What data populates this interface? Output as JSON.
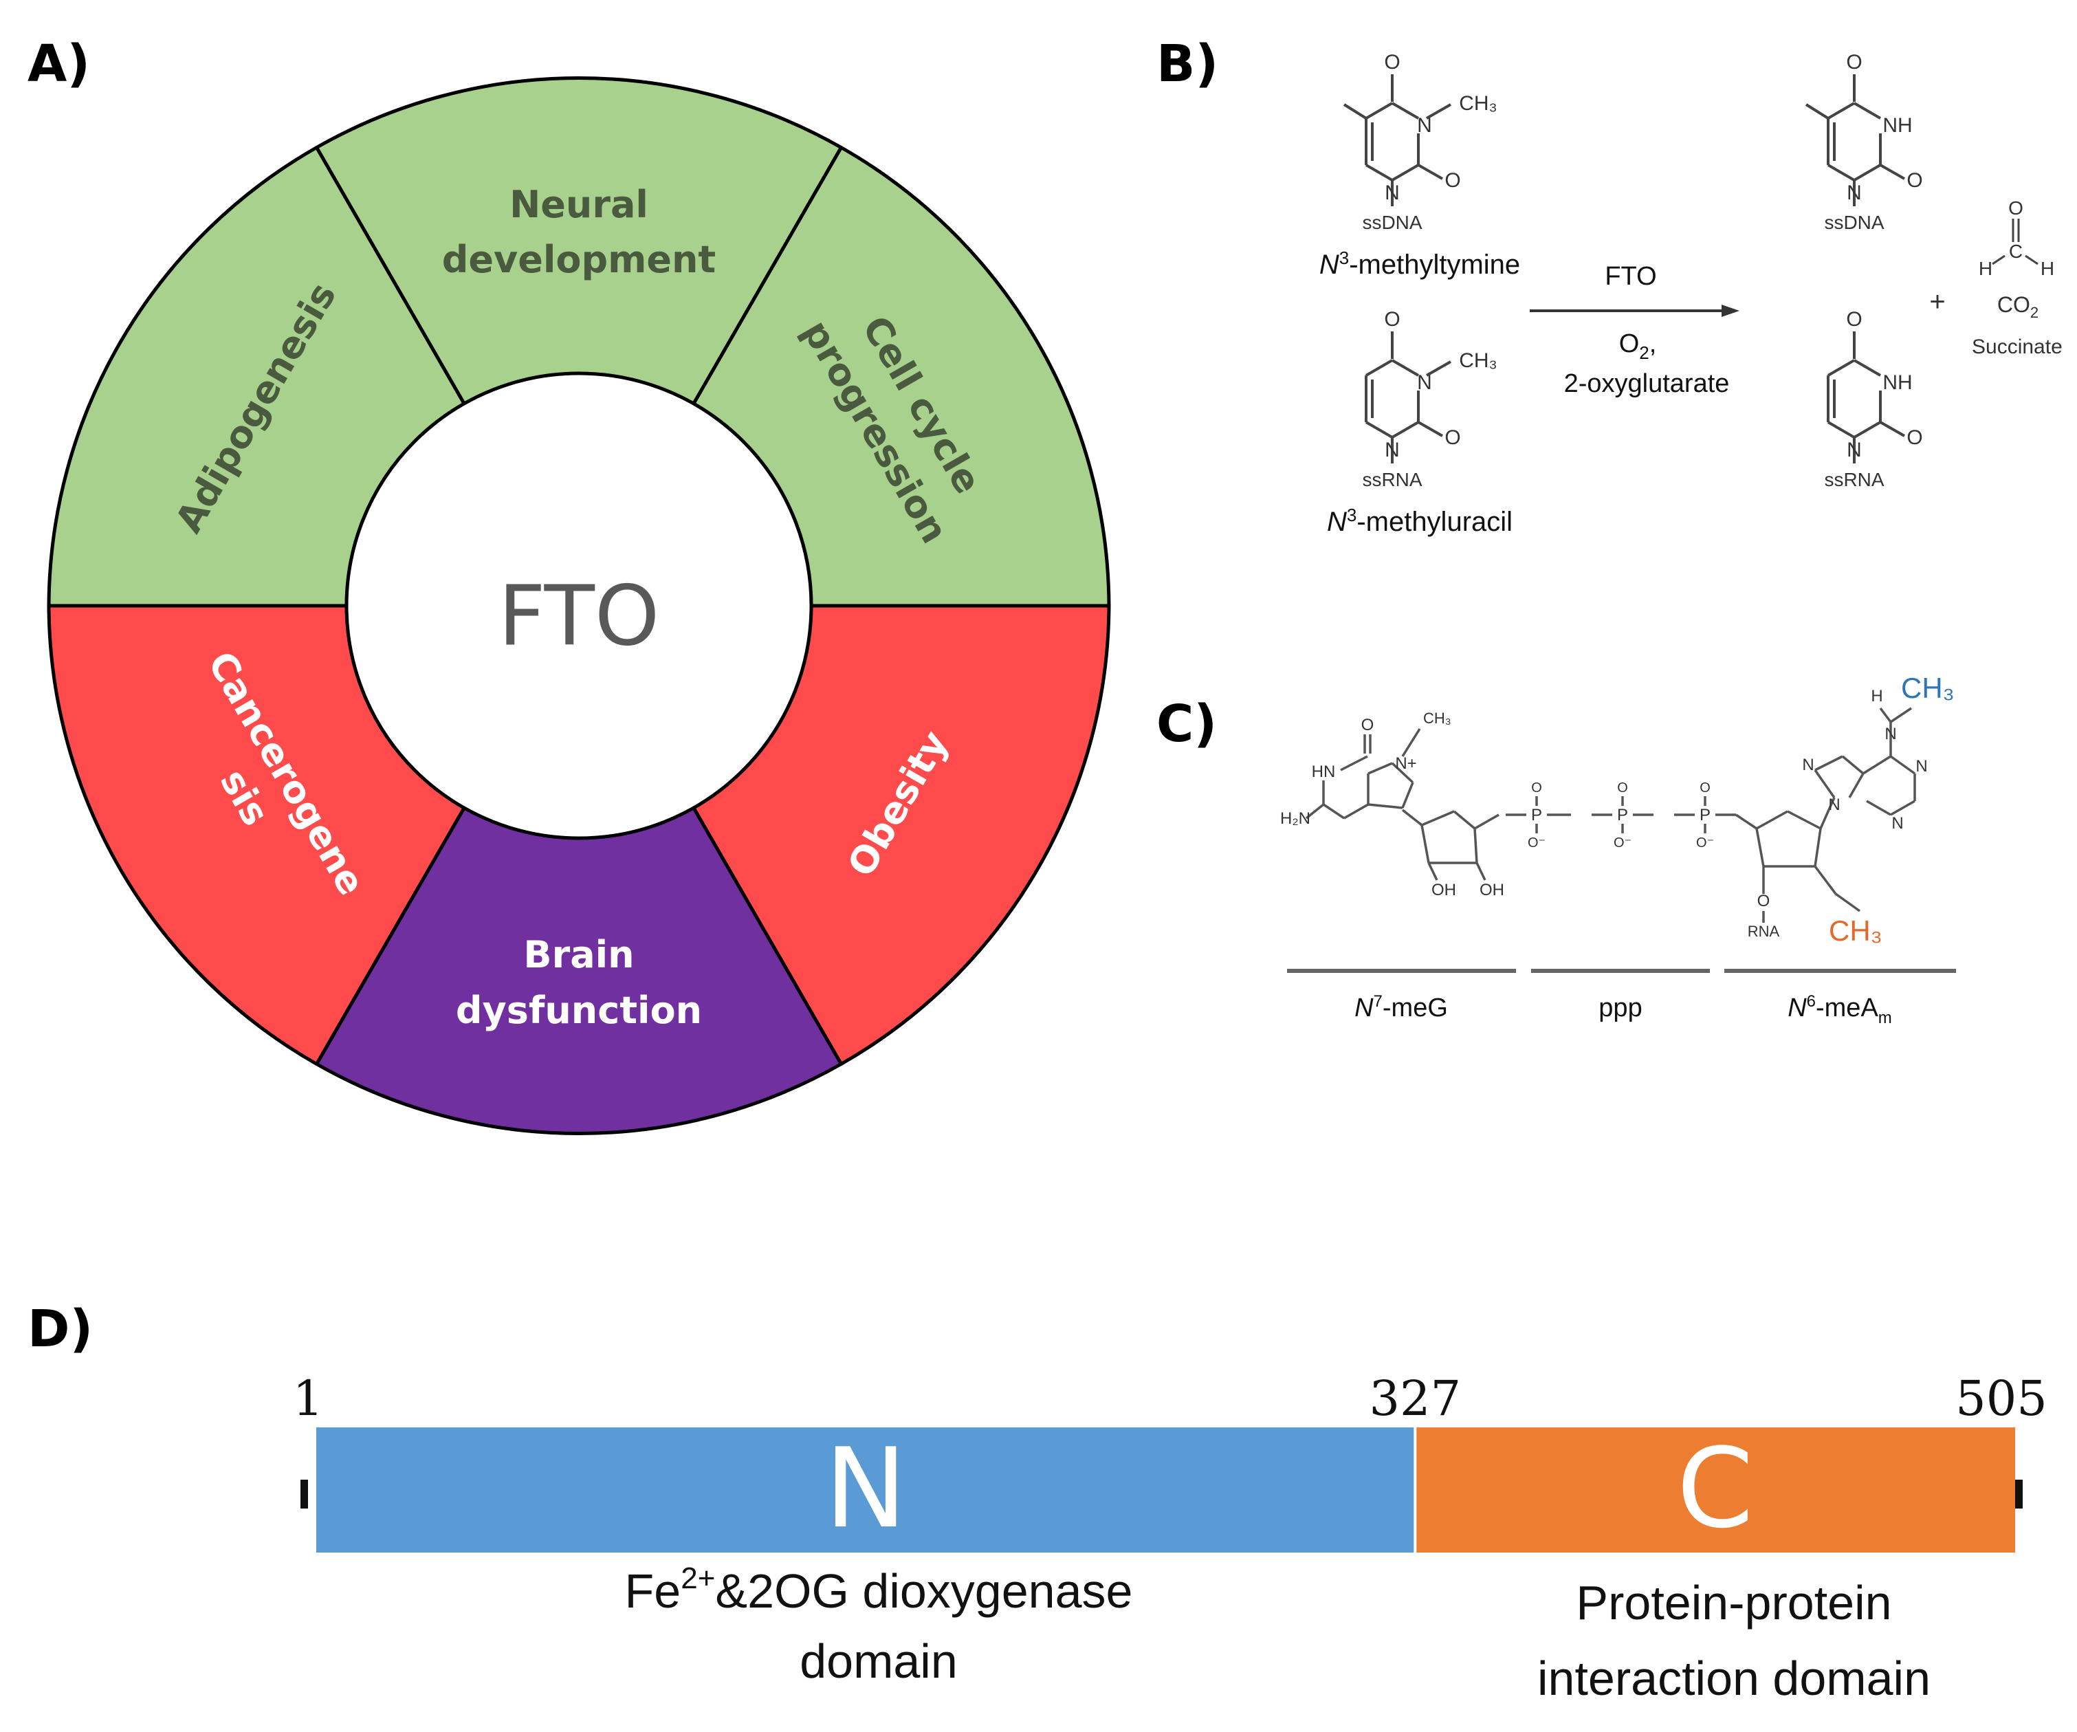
{
  "colors": {
    "process_green": "#a9d18e",
    "disease_red": "#ff4b4b",
    "brain_purple": "#7030a0",
    "n_domain_blue": "#5b9bd5",
    "c_domain_orange": "#ed7d31",
    "methyl_blue": "#2e75b6",
    "methyl_orange": "#e2692a"
  },
  "panel_a": {
    "label": "A)",
    "center": "FTO",
    "segments": {
      "neural_1": "Neural",
      "neural_2": "development",
      "adipogenesis": "Adipogenesis",
      "cell_cycle_1": "Cell cycle",
      "cell_cycle_2": "progression",
      "cancer_1": "Cancerogene",
      "cancer_2": "sis",
      "brain_1": "Brain",
      "brain_2": "dysfunction",
      "obesity": "Obesity"
    }
  },
  "panel_b": {
    "label": "B)",
    "substrate_top_label_prefix": "N",
    "substrate_top_label_sup": "3",
    "substrate_top_label_rest": "-methyltymine",
    "substrate_bottom_label_prefix": "N",
    "substrate_bottom_label_sup": "3",
    "substrate_bottom_label_rest": "-methyluracil",
    "enzyme": "FTO",
    "cofactor_o2": "O",
    "cofactor_o2_sub": "2",
    "cofactor_o2_comma": ",",
    "cofactor_og": "2-oxyglutarate",
    "plus": "+",
    "co2": "CO",
    "co2_sub": "2",
    "succinate": "Succinate",
    "atom_o": "O",
    "atom_n": "N",
    "atom_nh": "NH",
    "atom_ch3": "CH₃",
    "atom_h": "H",
    "atom_c": "C",
    "ssdna": "ssDNA",
    "ssrna": "ssRNA"
  },
  "panel_c": {
    "label": "C)",
    "group_1_prefix": "N",
    "group_1_sup": "7",
    "group_1_rest": "-meG",
    "group_2": "ppp",
    "group_3_prefix": "N",
    "group_3_sup": "6",
    "group_3_rest": "-meA",
    "group_3_sub": "m",
    "ch3": "CH₃",
    "atom_ch3_small": "CH₃",
    "atom_o": "O",
    "atom_hn": "HN",
    "atom_h2n": "H₂N",
    "atom_n": "N",
    "atom_n_plus": "N+",
    "atom_oh": "OH",
    "atom_h": "H",
    "atom_p": "P",
    "atom_o_minus": "O⁻",
    "atom_rna": "RNA"
  },
  "panel_d": {
    "label": "D)",
    "pos_start": "1",
    "pos_mid": "327",
    "pos_end": "505",
    "domain_n_letter": "N",
    "domain_c_letter": "C",
    "domain_n_desc_prefix": "Fe",
    "domain_n_desc_sup": "2+",
    "domain_n_desc_rest": "&2OG dioxygenase",
    "domain_n_desc_line2": "domain",
    "domain_c_desc_line1": "Protein-protein",
    "domain_c_desc_line2": "interaction domain"
  }
}
